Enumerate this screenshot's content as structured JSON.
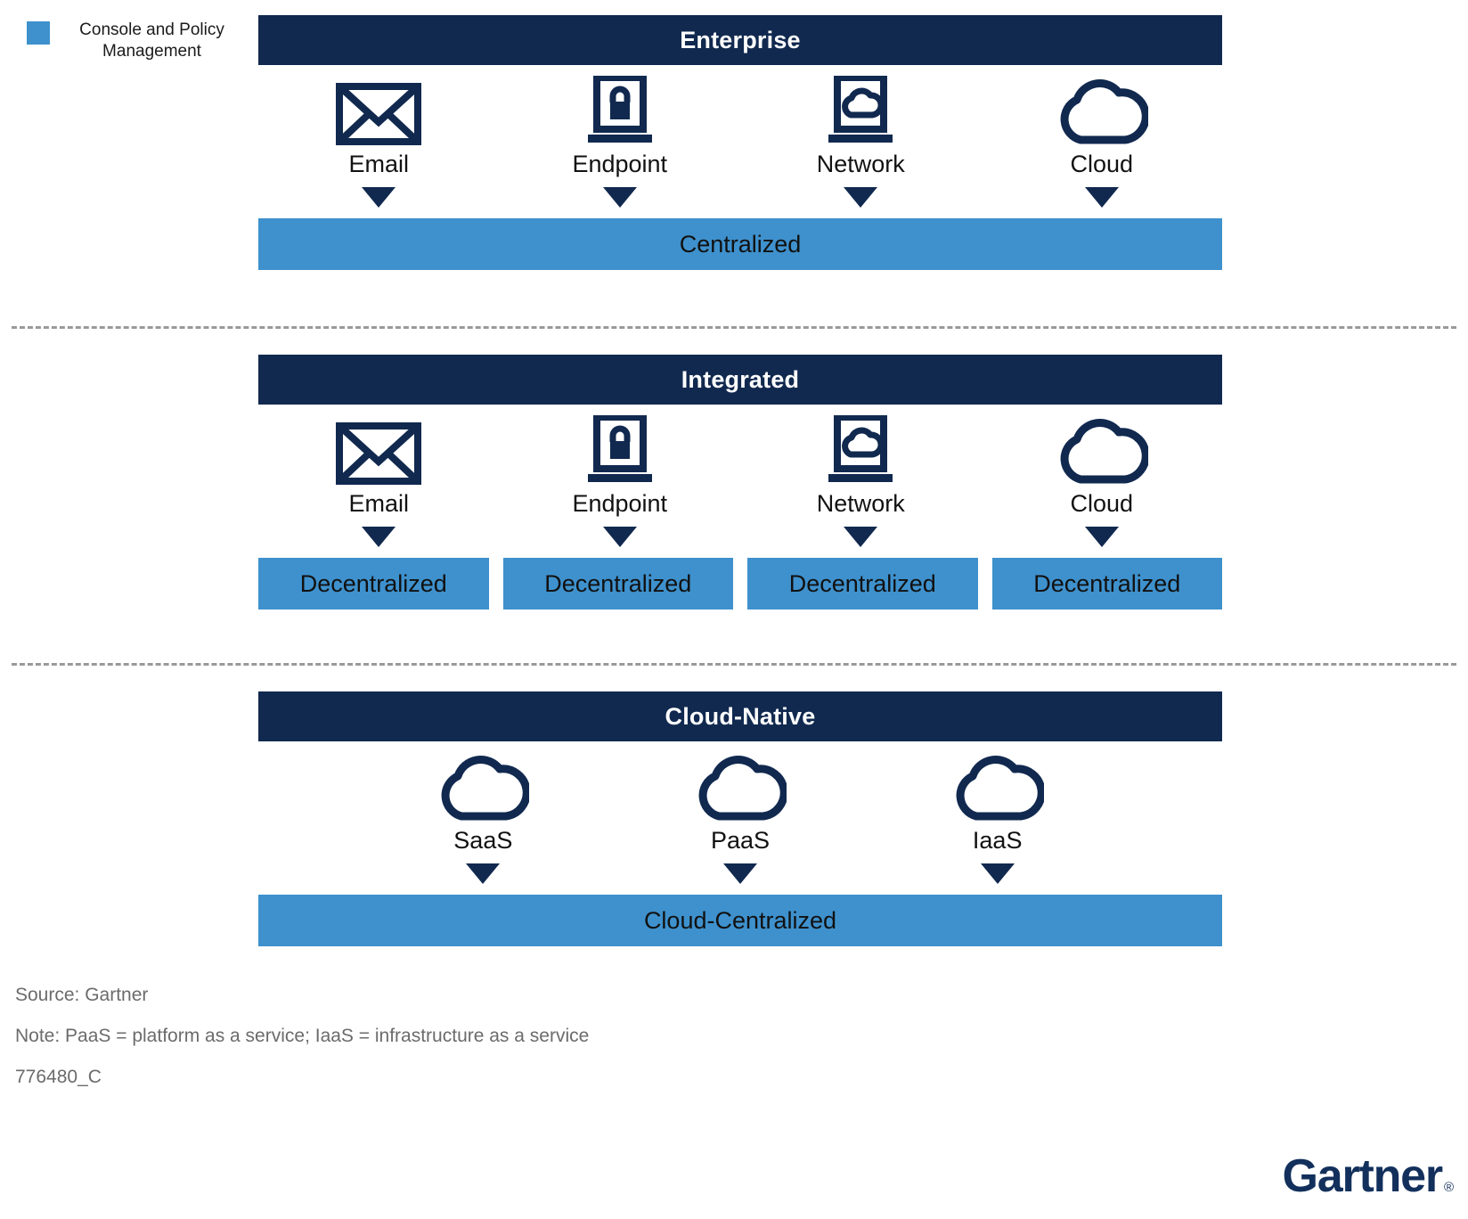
{
  "legend": {
    "swatch_color": "#3E91CD",
    "label": "Console and Policy Management"
  },
  "colors": {
    "navy": "#11294F",
    "light_blue": "#3E91CD",
    "divider_gray": "#9A9A9A",
    "footer_gray": "#6B6B6B"
  },
  "sections": [
    {
      "id": "enterprise",
      "title": "Enterprise",
      "items": [
        {
          "label": "Email",
          "icon": "envelope-icon"
        },
        {
          "label": "Endpoint",
          "icon": "laptop-lock-icon"
        },
        {
          "label": "Network",
          "icon": "laptop-cloud-icon"
        },
        {
          "label": "Cloud",
          "icon": "cloud-icon"
        }
      ],
      "result_mode": "single",
      "results": [
        "Centralized"
      ]
    },
    {
      "id": "integrated",
      "title": "Integrated",
      "items": [
        {
          "label": "Email",
          "icon": "envelope-icon"
        },
        {
          "label": "Endpoint",
          "icon": "laptop-lock-icon"
        },
        {
          "label": "Network",
          "icon": "laptop-cloud-icon"
        },
        {
          "label": "Cloud",
          "icon": "cloud-icon"
        }
      ],
      "result_mode": "split",
      "results": [
        "Decentralized",
        "Decentralized",
        "Decentralized",
        "Decentralized"
      ]
    },
    {
      "id": "cloudnative",
      "title": "Cloud-Native",
      "items": [
        {
          "label": "SaaS",
          "icon": "cloud-icon"
        },
        {
          "label": "PaaS",
          "icon": "cloud-icon"
        },
        {
          "label": "IaaS",
          "icon": "cloud-icon"
        }
      ],
      "result_mode": "single",
      "results": [
        "Cloud-Centralized"
      ]
    }
  ],
  "footer": {
    "source": "Source: Gartner",
    "note": "Note: PaaS = platform as a service; IaaS = infrastructure as a service",
    "id": "776480_C"
  },
  "brand": {
    "name": "Gartner",
    "registered_mark": "®"
  }
}
